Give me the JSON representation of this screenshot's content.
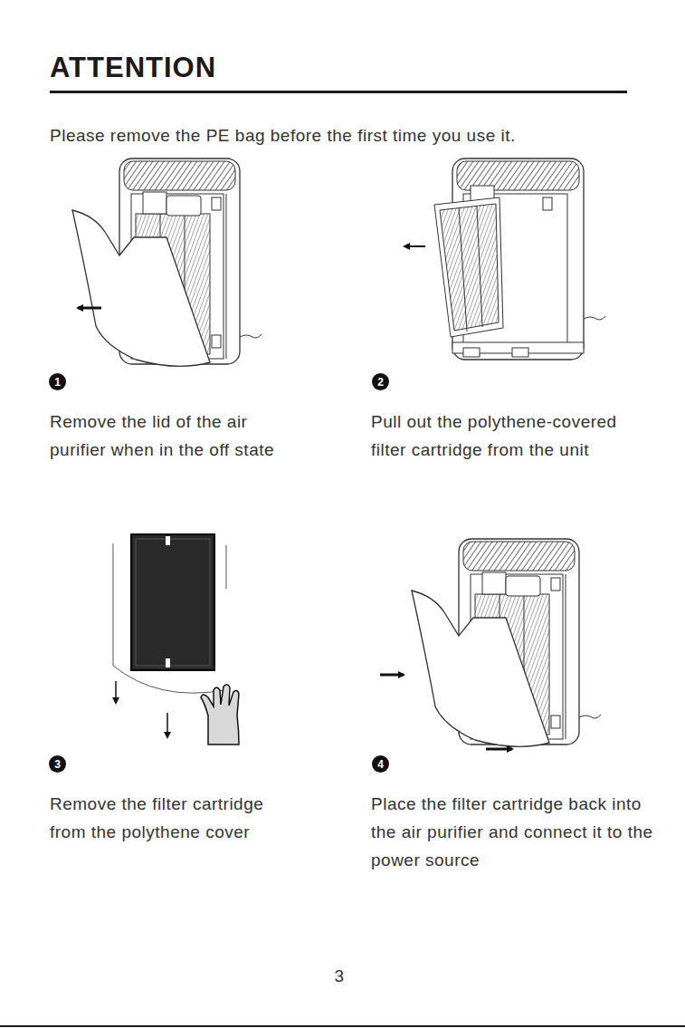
{
  "diagram": {
    "title": "ATTENTION",
    "nodes": [
      {
        "text": [
          "1"
        ]
      },
      {
        "text": [
          "2"
        ]
      },
      {
        "text": [
          "3"
        ]
      },
      {
        "text": [
          "4"
        ]
      }
    ],
    "labels": [
      "Please remove the PE bag before the first time you use it.",
      "Remove the lid of the air purifier when in the off state",
      "Pull out the polythene-covered filter cartridge from the unit",
      "Remove the filter cartridge from the polythene cover",
      "Place the filter cartridge back into the air purifier and connect it to the power source",
      "3"
    ]
  }
}
